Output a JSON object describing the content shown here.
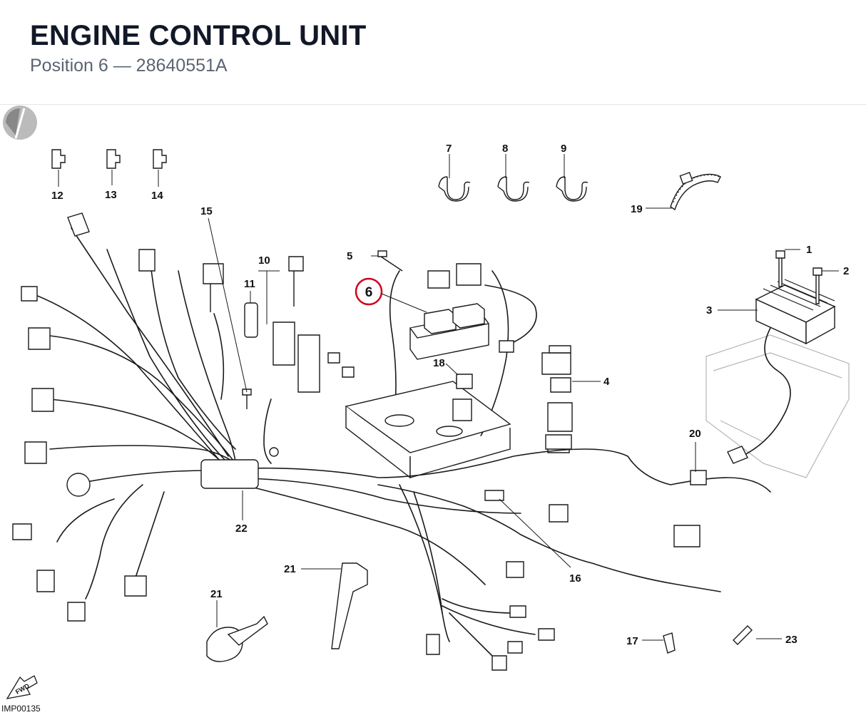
{
  "header": {
    "title": "ENGINE CONTROL UNIT",
    "subtitle": "Position 6 — 28640551A"
  },
  "diagram": {
    "image_code": "IMP00135",
    "fwd_label": "FWD",
    "highlight": {
      "label": "6",
      "color": "#d0021b"
    },
    "callouts": [
      "1",
      "2",
      "3",
      "4",
      "5",
      "7",
      "8",
      "9",
      "10",
      "11",
      "12",
      "13",
      "14",
      "15",
      "16",
      "17",
      "18",
      "19",
      "20",
      "21",
      "21",
      "22",
      "23"
    ]
  }
}
